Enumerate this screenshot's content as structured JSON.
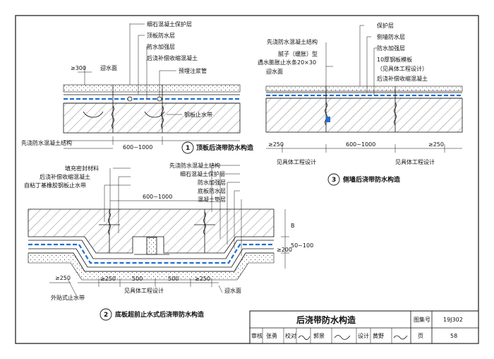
{
  "d1": {
    "caption_no": "1",
    "caption": "顶板后浇带防水构造",
    "labels": [
      "细石混凝土保护层",
      "顶板防水层",
      "防水加强层",
      "后浇补偿收缩混凝土",
      "预埋注浆管",
      "钢板止水带",
      "先浇防水混凝土结构"
    ],
    "dim_left": "≥300",
    "water_face": "迎水面",
    "dim_span": "600~1000"
  },
  "d2": {
    "caption_no": "2",
    "caption": "底板超前止水式后浇带防水构造",
    "labels_left": [
      "填充密封材料",
      "后浇补偿收缩混凝土",
      "自粘丁基橡胶钢板止水带"
    ],
    "labels_right": [
      "先浇防水混凝土结构",
      "细石混凝土保护层",
      "防水加强层",
      "底板防水层",
      "混凝土垫层"
    ],
    "dim_top": "600~1000",
    "dim_right1": "B",
    "dim_right2": "50~100",
    "dim_right3": "≥200",
    "dim_left250": "≥250",
    "dim_b1": "≥250",
    "dim_b2": "500",
    "dim_b3": "500",
    "dim_b4": "≥250",
    "see_project": "见具体工程设计",
    "outer_band": "外贴式止水带",
    "water_face": "迎水面"
  },
  "d3": {
    "caption_no": "3",
    "caption": "侧墙后浇带防水构造",
    "labels_left": [
      "先浇防水混凝土结构",
      "腻子（缓胀）型",
      "遇水膨胀止水条20×30"
    ],
    "labels_right": [
      "保护层",
      "侧墙防水层",
      "防水加强层",
      "10厚钢板模板",
      "（见具体工程设计）",
      "后浇补偿收缩混凝土"
    ],
    "water_face": "迎水面",
    "dim_l": "≥250",
    "dim_span": "600~1000",
    "dim_r": "≥250",
    "see_l": "见具体工程设计",
    "see_r": "见具体工程设计"
  },
  "titleblock": {
    "title": "后浇带防水构造",
    "atlas_label": "图集号",
    "atlas_no": "19J302",
    "review_label": "审核",
    "review_name": "张勇",
    "check_label": "校对",
    "check_name": "郭景",
    "design_label": "设计",
    "design_name": "黄野",
    "page_label": "页",
    "page_no": "58"
  }
}
